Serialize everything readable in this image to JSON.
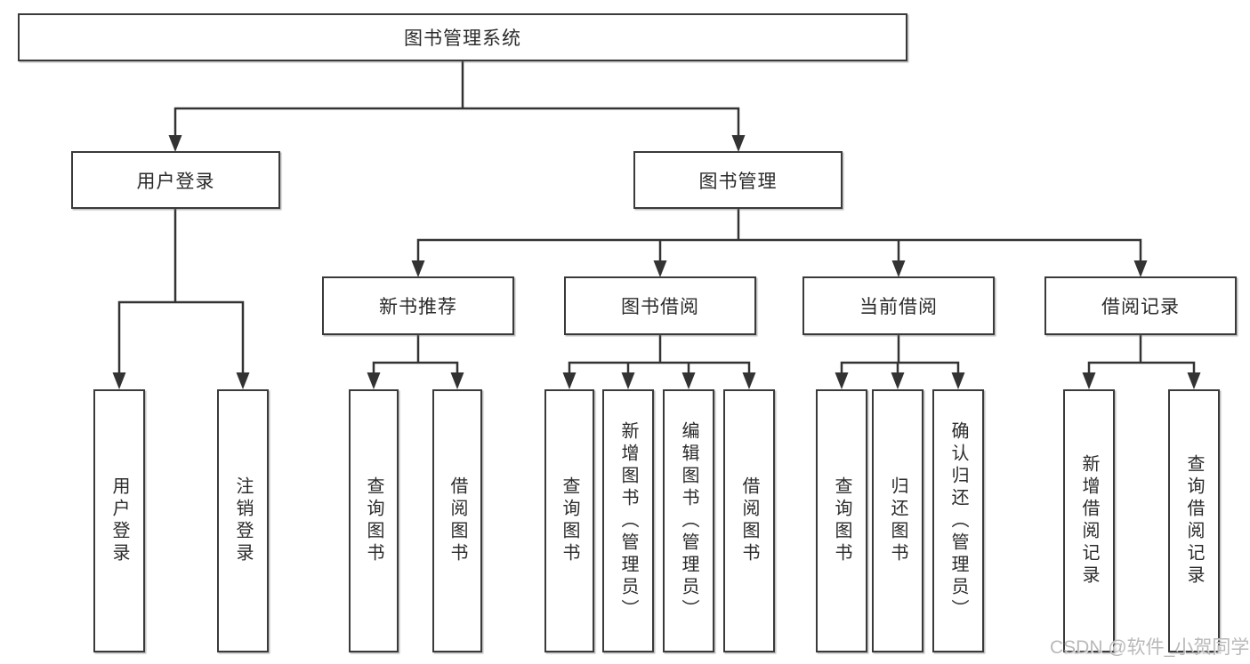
{
  "page": {
    "background_color": "#ffffff",
    "line_color": "#333333",
    "box_border_color": "#3a3a3a"
  },
  "diagram": {
    "root": {
      "label": "图书管理系统"
    },
    "level2": [
      {
        "label": "用户登录"
      },
      {
        "label": "图书管理"
      }
    ],
    "level3": [
      {
        "label": "新书推荐"
      },
      {
        "label": "图书借阅"
      },
      {
        "label": "当前借阅"
      },
      {
        "label": "借阅记录"
      }
    ],
    "leaves": {
      "user_login": [
        "用户登录",
        "注销登录"
      ],
      "new_book": [
        "查询图书",
        "借阅图书"
      ],
      "book_borrow": [
        "查询图书",
        "新增图书（管理员）",
        "编辑图书（管理员）",
        "借阅图书"
      ],
      "current_borrow": [
        "查询图书",
        "归还图书",
        "确认归还（管理员）"
      ],
      "borrow_record": [
        "新增借阅记录",
        "查询借阅记录"
      ]
    }
  },
  "watermark": {
    "text": "CSDN @软件_小贺同学",
    "color": "#b9b9b9"
  }
}
